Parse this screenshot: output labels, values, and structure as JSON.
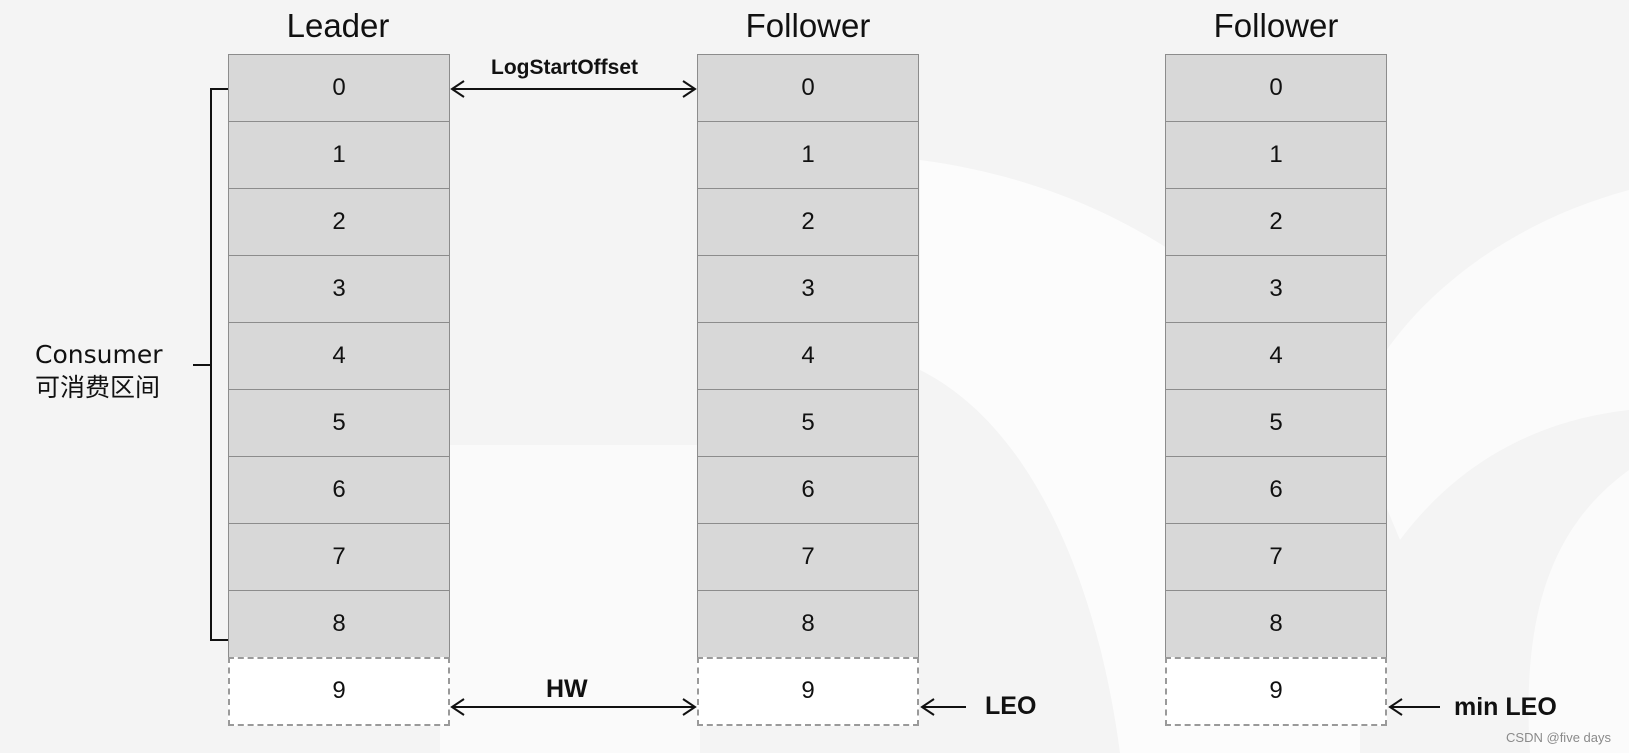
{
  "columns": [
    {
      "title": "Leader",
      "cells": [
        "0",
        "1",
        "2",
        "3",
        "4",
        "5",
        "6",
        "7",
        "8",
        "9"
      ]
    },
    {
      "title": "Follower",
      "cells": [
        "0",
        "1",
        "2",
        "3",
        "4",
        "5",
        "6",
        "7",
        "8",
        "9"
      ]
    },
    {
      "title": "Follower",
      "cells": [
        "0",
        "1",
        "2",
        "3",
        "4",
        "5",
        "6",
        "7",
        "8",
        "9"
      ]
    }
  ],
  "labels": {
    "log_start_offset": "LogStartOffset",
    "hw": "HW",
    "leo": "LEO",
    "min_leo": "min LEO",
    "consumer_line1": "Consumer",
    "consumer_line2": "可消费区间"
  },
  "watermark": "CSDN @five days",
  "colors": {
    "committed_cell": "#d8d8d8",
    "uncommitted_cell": "#ffffff",
    "border": "#8c8c8c"
  }
}
